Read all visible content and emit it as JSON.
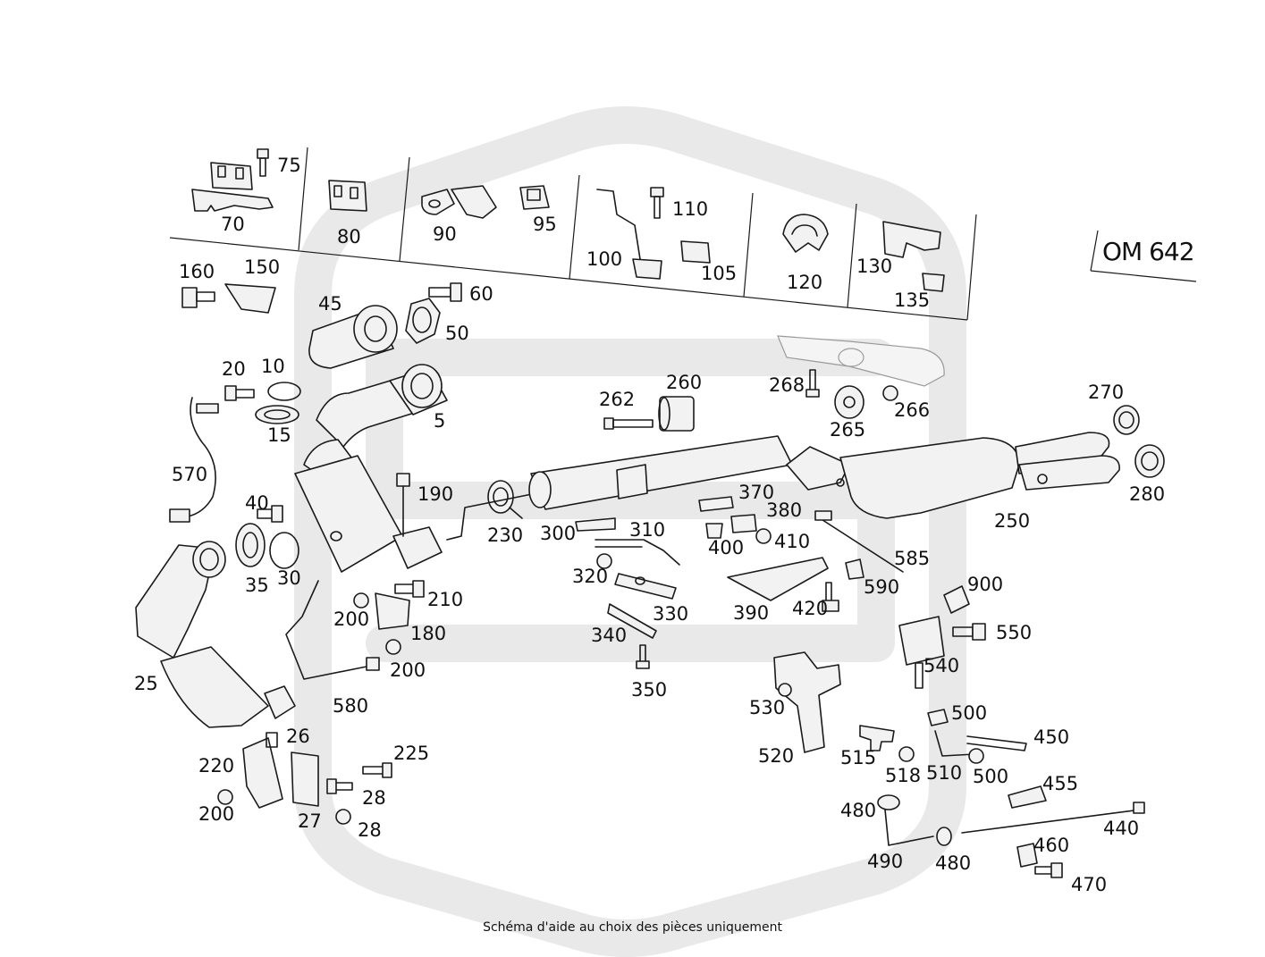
{
  "engine_code": "OM 642",
  "caption": "Schéma d'aide au choix des pièces uniquement",
  "brand_colors": {
    "watermark": "#e9e9e9",
    "line": "#1a1a1a",
    "text": "#111111"
  },
  "callouts": {
    "c75": "75",
    "c70": "70",
    "c80": "80",
    "c90": "90",
    "c95": "95",
    "c110": "110",
    "c100": "100",
    "c105": "105",
    "c120": "120",
    "c130": "130",
    "c135": "135",
    "c160": "160",
    "c150": "150",
    "c45": "45",
    "c60": "60",
    "c50": "50",
    "c20": "20",
    "c10": "10",
    "c15": "15",
    "c5": "5",
    "c262": "262",
    "c260": "260",
    "c268": "268",
    "c265": "265",
    "c266": "266",
    "c270": "270",
    "c280": "280",
    "c250": "250",
    "c570": "570",
    "c190": "190",
    "c40": "40",
    "c35": "35",
    "c30": "30",
    "c230": "230",
    "c300": "300",
    "c310": "310",
    "c370": "370",
    "c380": "380",
    "c400": "400",
    "c410": "410",
    "c585": "585",
    "c590": "590",
    "c320": "320",
    "c330": "330",
    "c340": "340",
    "c350": "350",
    "c390": "390",
    "c420": "420",
    "c900": "900",
    "c550": "550",
    "c540": "540",
    "c210": "210",
    "c200a": "200",
    "c180": "180",
    "c200b": "200",
    "c25": "25",
    "c580": "580",
    "c26": "26",
    "c225": "225",
    "c220": "220",
    "c28a": "28",
    "c200c": "200",
    "c27": "27",
    "c28b": "28",
    "c530": "530",
    "c520": "520",
    "c500a": "500",
    "c450": "450",
    "c515": "515",
    "c518": "518",
    "c510": "510",
    "c500b": "500",
    "c455": "455",
    "c480a": "480",
    "c440": "440",
    "c490": "490",
    "c480b": "480",
    "c460": "460",
    "c470": "470"
  }
}
